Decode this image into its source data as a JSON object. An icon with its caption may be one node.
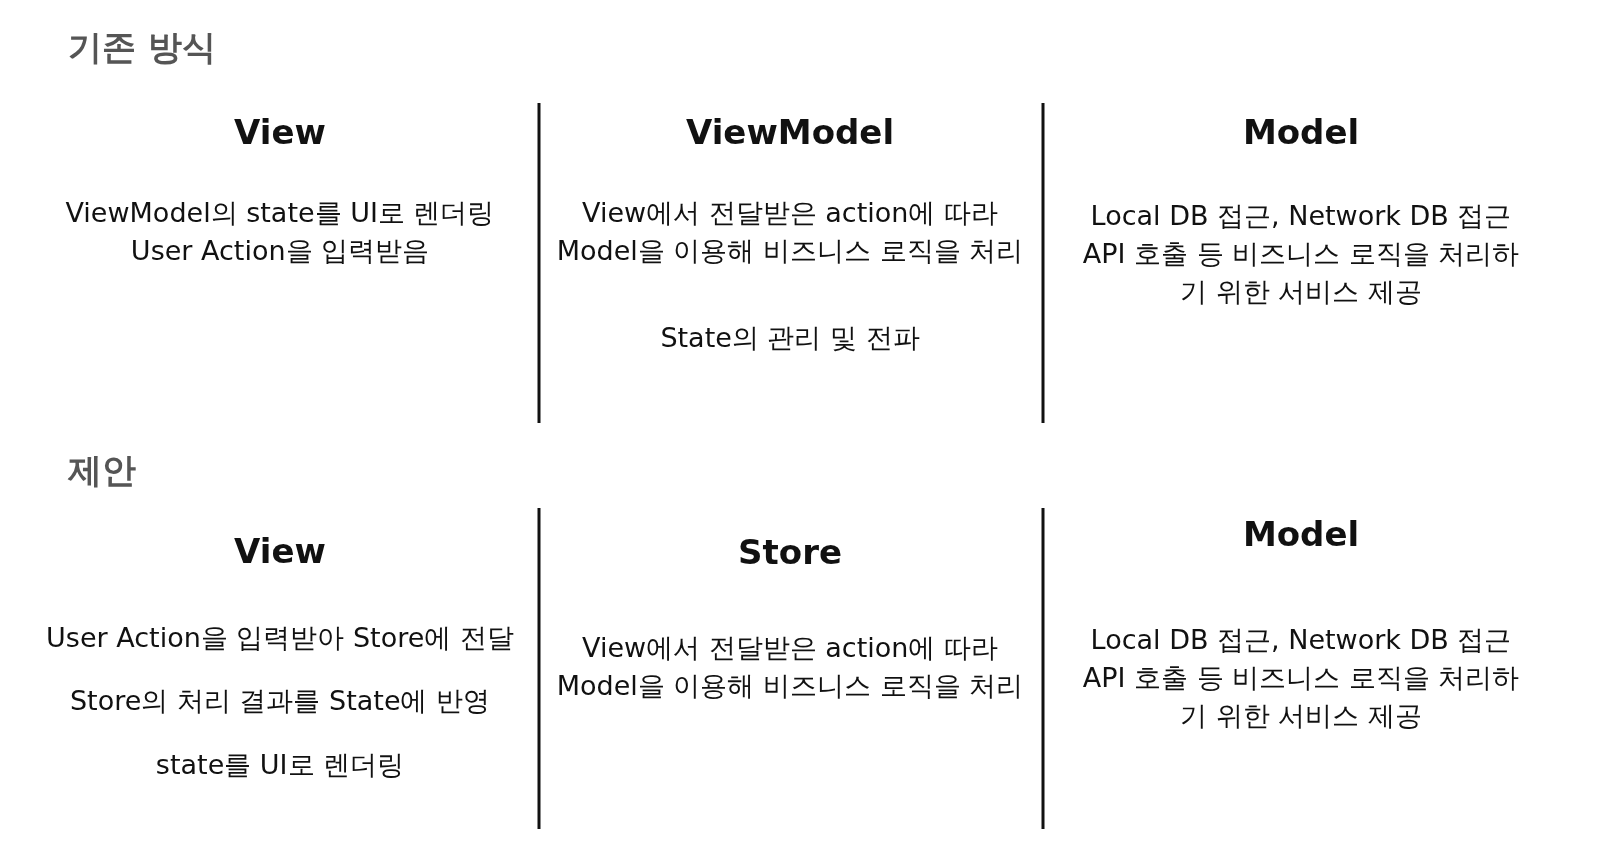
{
  "diagram": {
    "labels": [
      "기존 방식",
      "View",
      "ViewModel",
      "Model",
      "ViewModel의 state를 UI로 렌더링",
      "User Action을 입력받음",
      "View에서 전달받은 action에 따라 Model을 이용해 비즈니스 로직을 처리",
      "State의 관리 및 전파",
      "Local DB 접근, Network DB 접근 API 호출 등 비즈니스 로직을 처리하기 위한 서비스 제공",
      "제안",
      "View",
      "Store",
      "Model",
      "User Action을 입력받아 Store에 전달",
      "Store의 처리 결과를 State에 반영",
      "state를 UI로 렌더링",
      "View에서 전달받은 action에 따라 Model을 이용해 비즈니스 로직을 처리",
      "Local DB 접근, Network DB 접근 API 호출 등 비즈니스 로직을 처리하기 위한 서비스 제공"
    ]
  }
}
